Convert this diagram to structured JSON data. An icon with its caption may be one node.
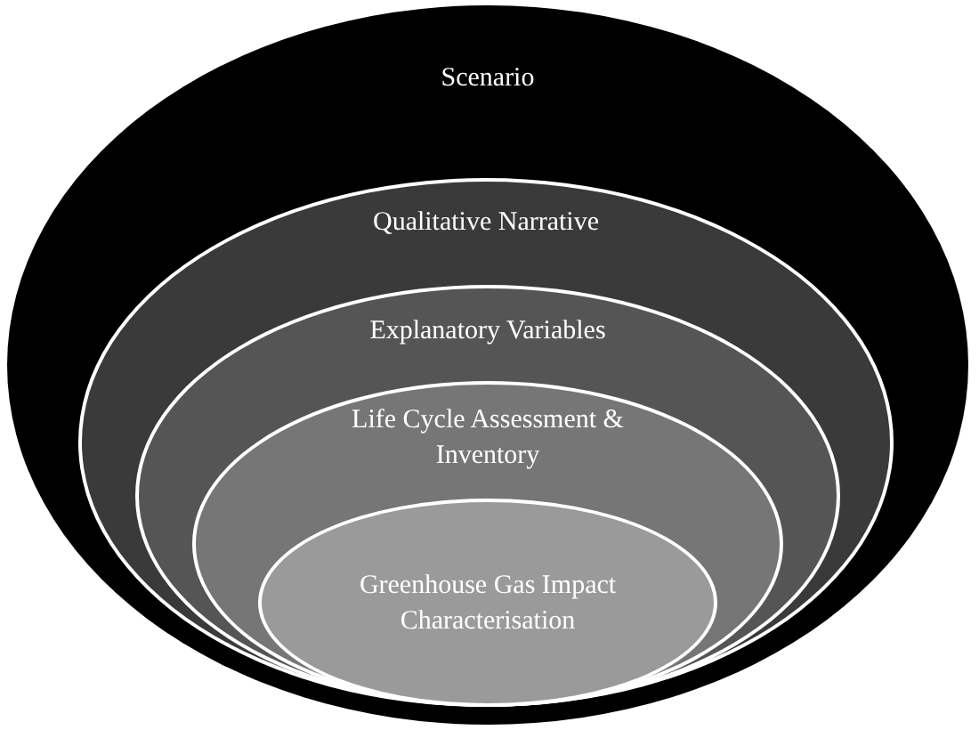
{
  "diagram": {
    "nodes": [
      {
        "text": [
          "Scenario"
        ]
      },
      {
        "text": [
          "Qualitative Narrative"
        ],
        "in": 0
      },
      {
        "text": [
          "Explanatory Variables"
        ],
        "in": 1
      },
      {
        "text": [
          "Life Cycle Assessment & Inventory"
        ],
        "in": 2
      },
      {
        "text": [
          "Greenhouse Gas Impact Characterisation"
        ],
        "in": 3
      }
    ]
  }
}
